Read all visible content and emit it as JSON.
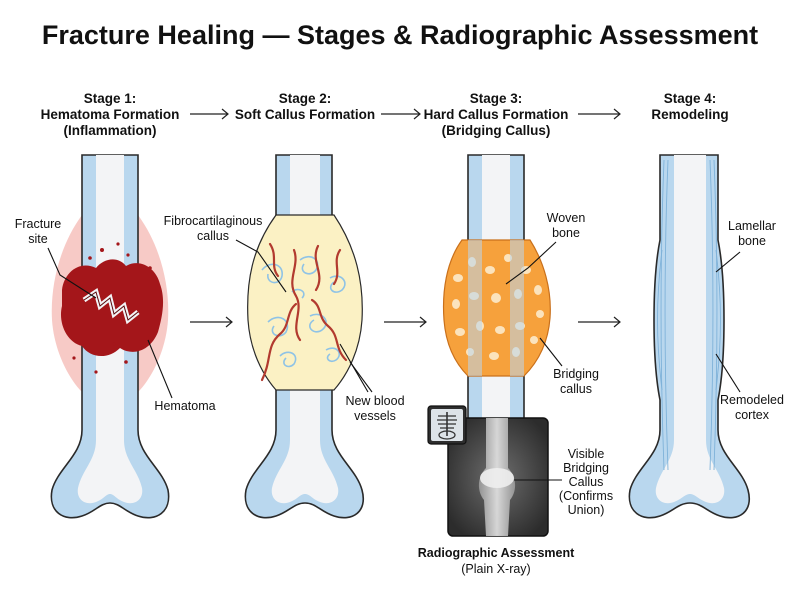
{
  "title": "Fracture Healing — Stages & Radiographic Assessment",
  "stages": [
    {
      "line1": "Stage 1:",
      "line2": "Hematoma Formation",
      "line3": "(Inflammation)"
    },
    {
      "line1": "Stage 2:",
      "line2": "Soft Callus Formation",
      "line3": ""
    },
    {
      "line1": "Stage 3:",
      "line2": "Hard Callus Formation",
      "line3": "(Bridging Callus)"
    },
    {
      "line1": "Stage 4:",
      "line2": "Remodeling",
      "line3": ""
    }
  ],
  "labels": {
    "fracture_site": [
      "Fracture",
      "site"
    ],
    "hematoma": "Hematoma",
    "fibro_callus": [
      "Fibrocartilaginous",
      "callus"
    ],
    "new_vessels": [
      "New blood",
      "vessels"
    ],
    "woven_bone": [
      "Woven",
      "bone"
    ],
    "bridging_callus": [
      "Bridging",
      "callus"
    ],
    "lamellar_bone": [
      "Lamellar",
      "bone"
    ],
    "remodeled_cortex": [
      "Remodeled",
      "cortex"
    ],
    "xray_callus": [
      "Visible",
      "Bridging",
      "Callus",
      "(Confirms",
      "Union)"
    ]
  },
  "xray": {
    "title": "Radiographic Assessment",
    "subtitle": "(Plain X-ray)"
  },
  "colors": {
    "cortex": "#b9d7ee",
    "marrow": "#f3f4f6",
    "outline": "#2a2a2a",
    "hematoma": "#a4161a",
    "inflammation": "#f4b8b3",
    "soft_callus": "#fbf1c4",
    "woven_bone": "#f6a13c",
    "vessel": "#b23a2f",
    "xray_bg": "#3a3a3a"
  },
  "icons": [
    "skeleton-xray-icon"
  ]
}
